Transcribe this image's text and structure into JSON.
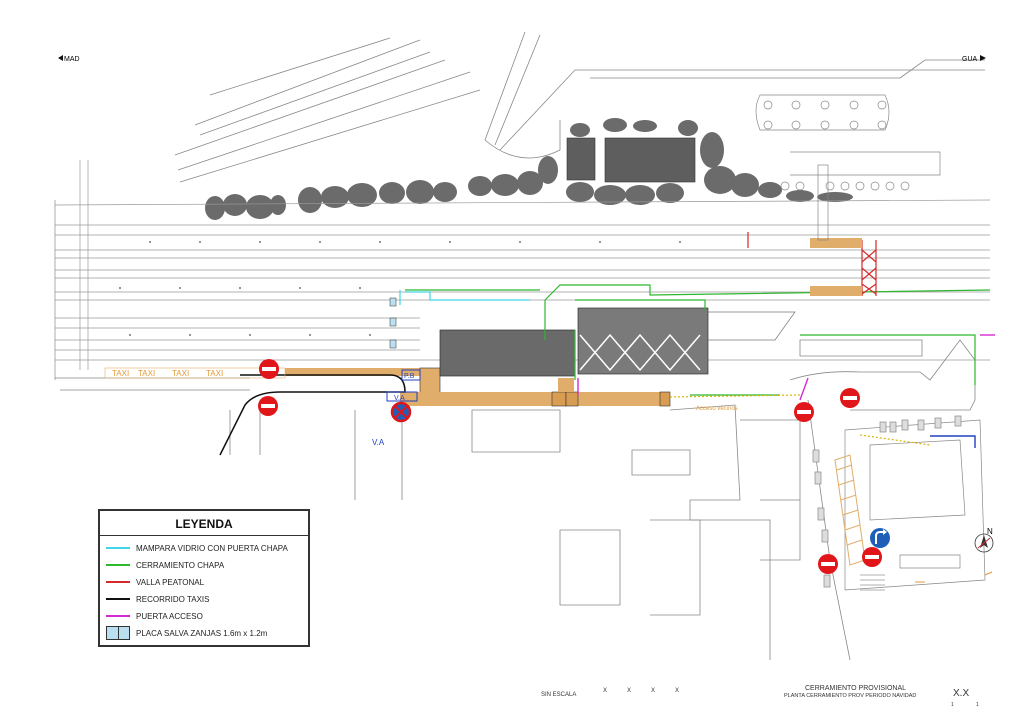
{
  "directions": {
    "left": "MAD",
    "right": "GUA"
  },
  "labels": {
    "taxi": "TAXI",
    "pb": "P.B",
    "va": "V.A",
    "acceso_vecinos": "Acceso vecinos",
    "north": "N"
  },
  "legend": {
    "title": "LEYENDA",
    "items": [
      {
        "label": "MAMPARA VIDRIO CON PUERTA CHAPA",
        "color": "#3fd6e8"
      },
      {
        "label": "CERRAMIENTO CHAPA",
        "color": "#2db82d"
      },
      {
        "label": "VALLA PEATONAL",
        "color": "#d42a2a"
      },
      {
        "label": "RECORRIDO TAXIS",
        "color": "#111111"
      },
      {
        "label": "PUERTA ACCESO",
        "color": "#d42ad4"
      },
      {
        "label": "PLACA SALVA ZANJAS 1.6m x 1.2m",
        "color": "#b9dff0"
      }
    ]
  },
  "title_block": {
    "scale": "SIN ESCALA",
    "marks": [
      "X",
      "X",
      "X",
      "X"
    ],
    "title_line1": "CERRAMIENTO PROVISIONAL",
    "title_line2": "PLANTA CERRAMIENTO PROV PERIODO NAVIDAD",
    "sheet": "X.X",
    "sheet_sub": [
      "1",
      "1"
    ]
  },
  "colors": {
    "accent_sign": "#e0161b",
    "blue_sign": "#1f5fb8",
    "platform": "#e0ad6a",
    "station": "#6a6a6a",
    "trees": "#6b6b6b"
  }
}
